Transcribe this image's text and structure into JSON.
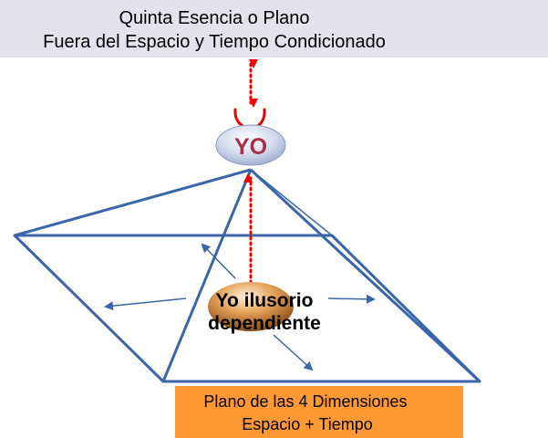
{
  "top_banner": {
    "line1": "Quinta Esencia o Plano",
    "line2": "Fuera del Espacio y Tiempo Condicionado"
  },
  "yo_label": "YO",
  "ego_label": {
    "line1": "Yo ilusorio",
    "line2": "dependiente"
  },
  "bottom_box": {
    "line1": "Plano de las 4 Dimensiones",
    "line2": "Espacio + Tiempo"
  },
  "colors": {
    "banner_bg": "#e4e2ea",
    "pyramid_stroke": "#3a65a8",
    "dotted_arrow": "#ee0000",
    "orange_box": "#ff9933",
    "yo_text": "#a8304a",
    "ego_fill": "#c97b33"
  }
}
